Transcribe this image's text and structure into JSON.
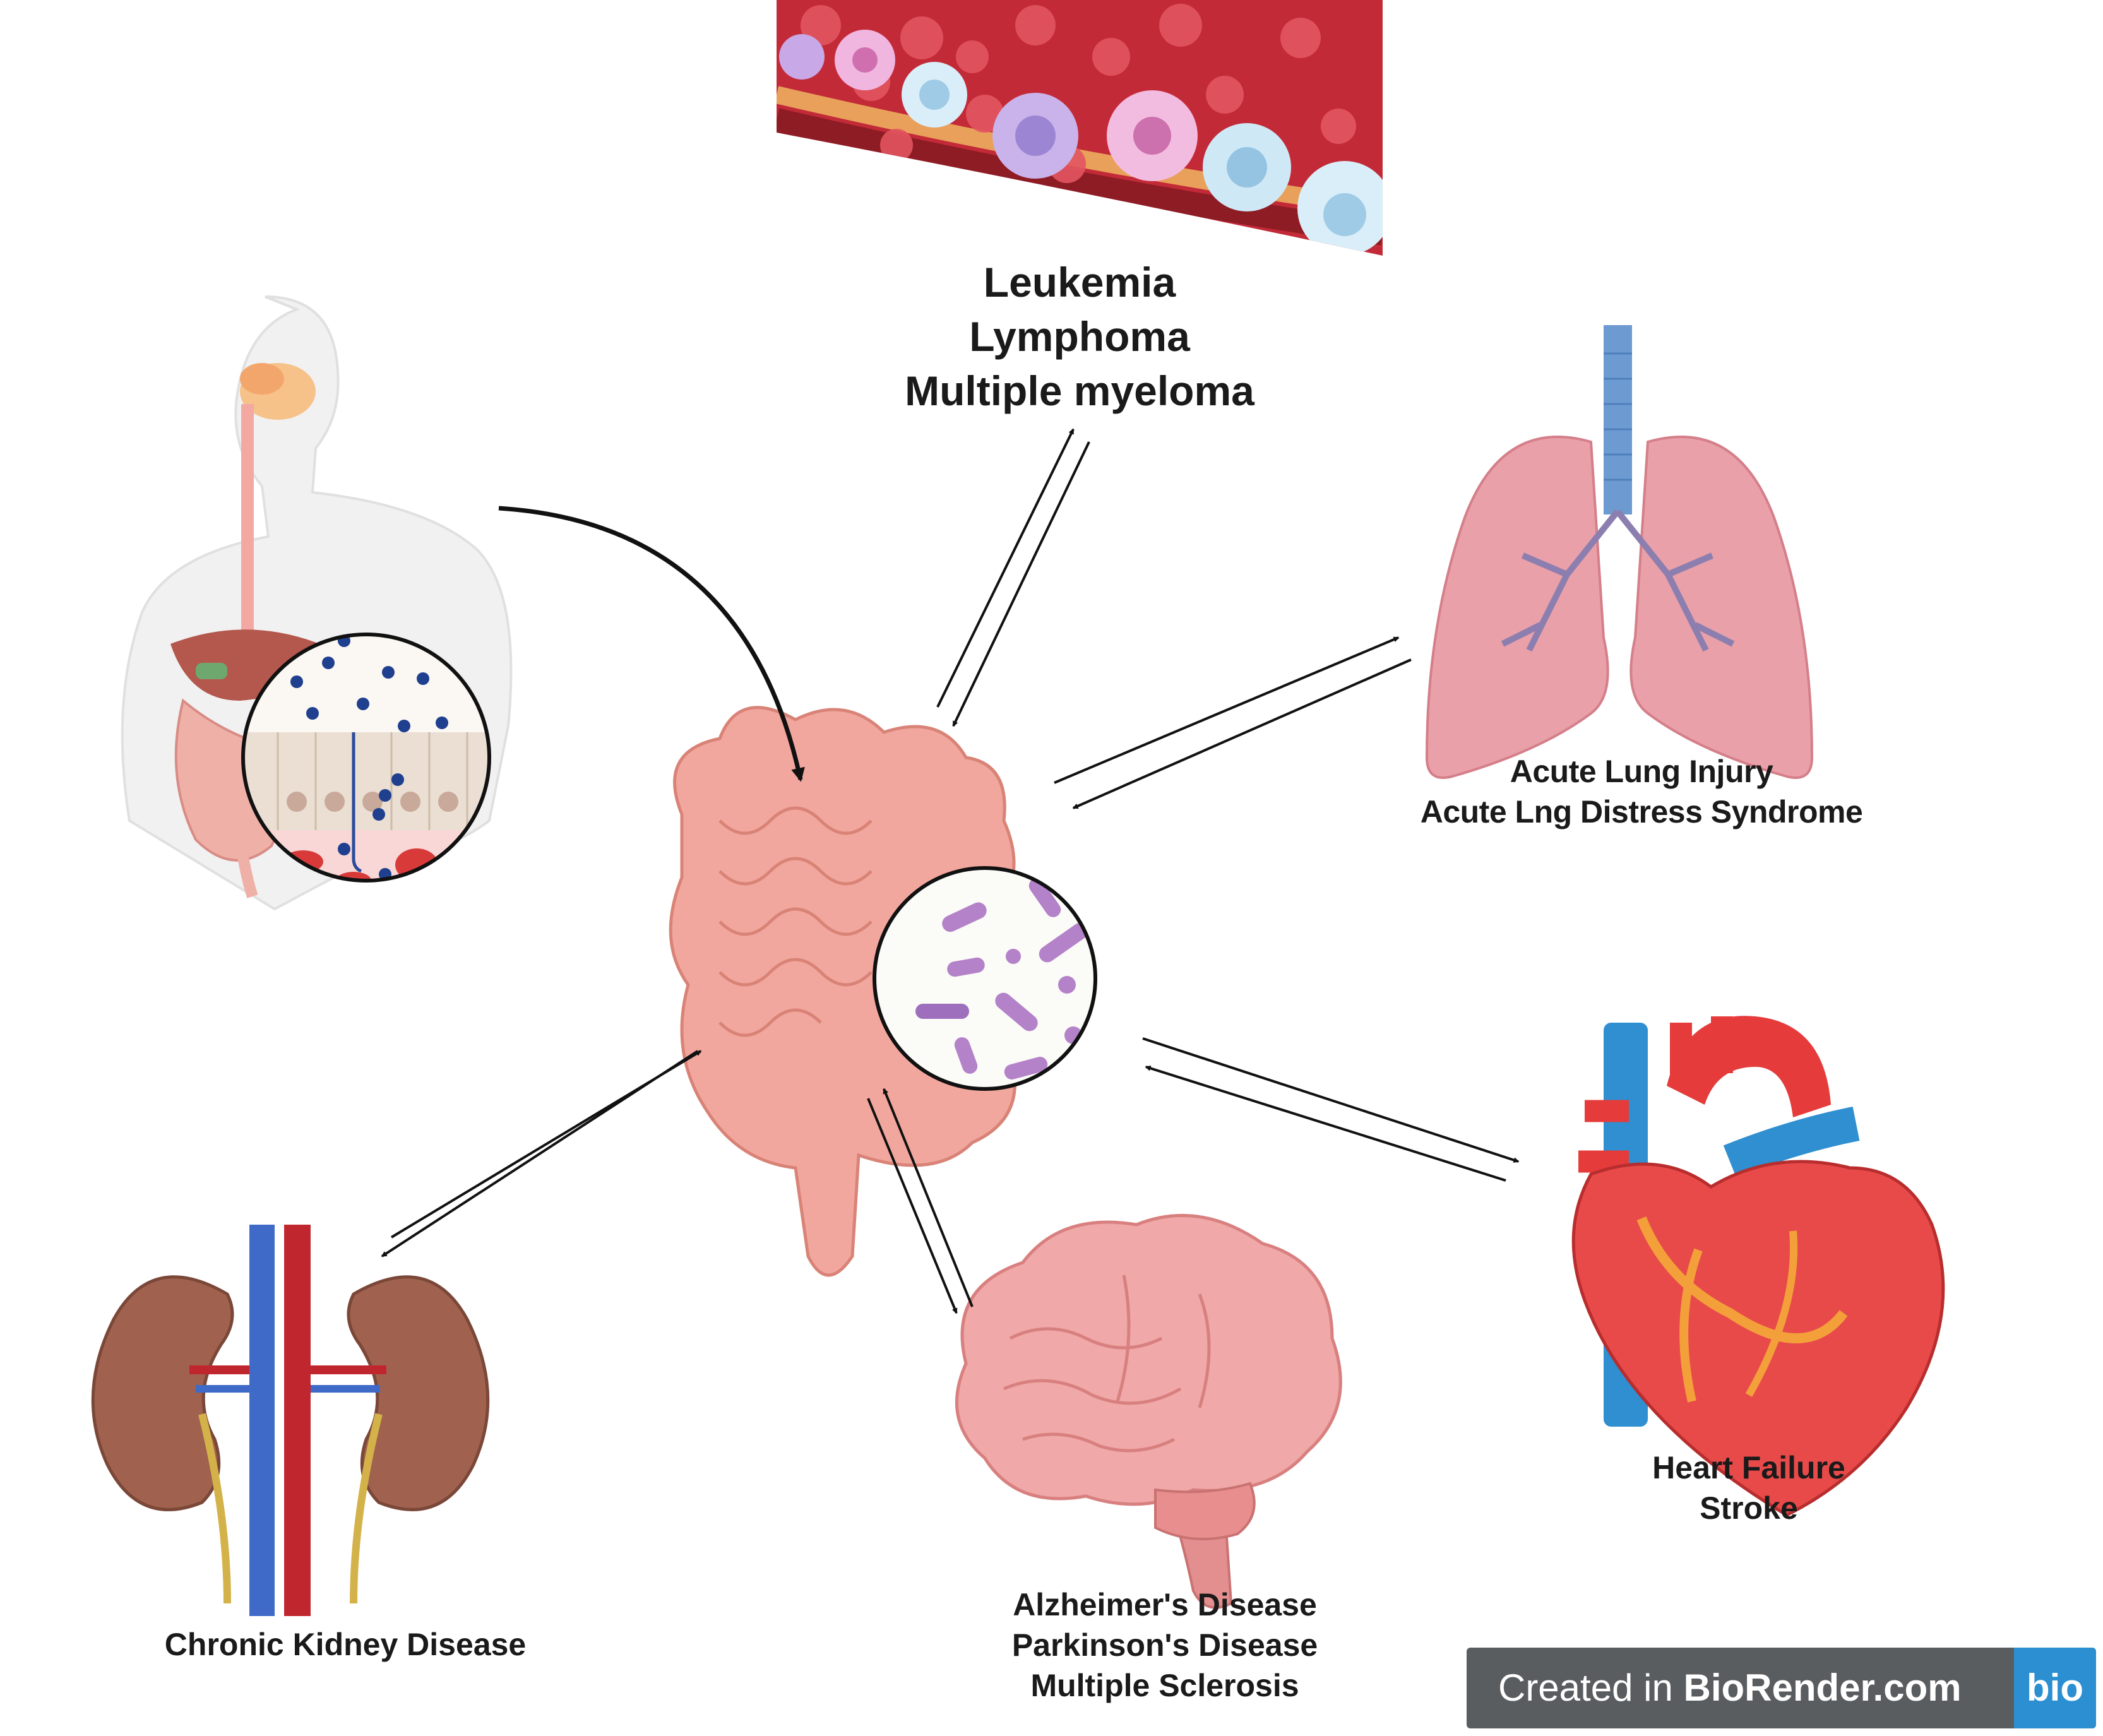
{
  "diagram": {
    "hub": {
      "name": "gut",
      "illustration": "intestine-with-bacteria-icon"
    },
    "nodes": [
      {
        "id": "blood",
        "illustration": "blood-vessel-cells-icon",
        "labels": [
          "Leukemia",
          "Lymphoma",
          "Multiple myeloma"
        ]
      },
      {
        "id": "lung",
        "illustration": "lungs-icon",
        "labels": [
          "Acute Lung Injury",
          "Acute Lng Distress Syndrome"
        ]
      },
      {
        "id": "heart",
        "illustration": "heart-icon",
        "labels": [
          "Heart Failure",
          "Stroke"
        ]
      },
      {
        "id": "brain",
        "illustration": "brain-icon",
        "labels": [
          "Alzheimer's Disease",
          "Parkinson's Disease",
          "Multiple Sclerosis"
        ]
      },
      {
        "id": "kidney",
        "illustration": "kidneys-icon",
        "labels": [
          "Chronic Kidney Disease"
        ]
      },
      {
        "id": "body",
        "illustration": "human-digestive-system-icon",
        "labels": []
      }
    ],
    "edges": [
      {
        "from": "body",
        "to": "gut",
        "type": "one-way-curved"
      },
      {
        "from": "gut",
        "to": "blood",
        "type": "two-way"
      },
      {
        "from": "gut",
        "to": "lung",
        "type": "two-way"
      },
      {
        "from": "gut",
        "to": "heart",
        "type": "two-way"
      },
      {
        "from": "gut",
        "to": "brain",
        "type": "two-way"
      },
      {
        "from": "gut",
        "to": "kidney",
        "type": "two-way"
      }
    ]
  },
  "watermark": {
    "prefix": "Created in ",
    "brand": "BioRender.com",
    "badge": "bio"
  },
  "colors": {
    "blood_red": "#c42a35",
    "tissue_pink": "#f2a79e",
    "lung_pink": "#eaa0a8",
    "airway_blue": "#6d9bd1",
    "heart_red": "#e53b3b",
    "vessel_blue": "#2f8fd0",
    "kidney_brown": "#a0624f",
    "brain_pink": "#f0a8a8",
    "bacteria_purple": "#b482c8",
    "watermark_gray": "#5a5d60",
    "watermark_blue": "#2b8fd1"
  }
}
